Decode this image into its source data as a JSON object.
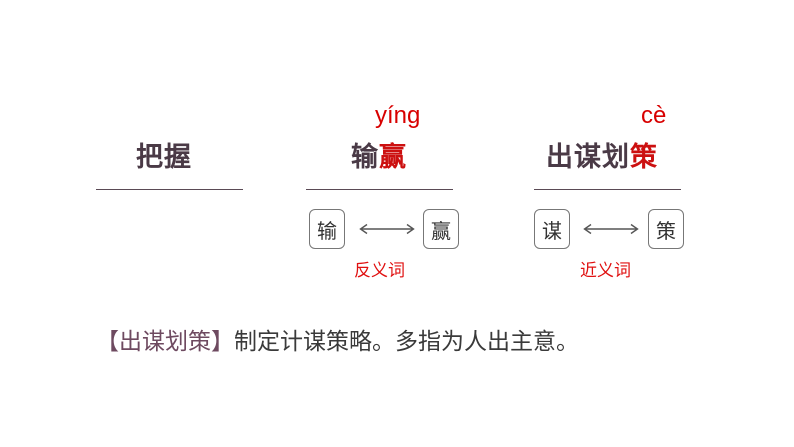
{
  "colors": {
    "highlight": "#cc1010",
    "word_text": "#4a3a46",
    "pinyin": "#d80000",
    "relation_label": "#e01010",
    "definition_term": "#6e4a60",
    "definition_text": "#3a3a3a"
  },
  "words": [
    {
      "text": "把握"
    },
    {
      "text_plain": "输",
      "text_highlight": "赢",
      "pinyin": "yíng"
    },
    {
      "text_plain": "出谋划",
      "text_highlight": "策",
      "pinyin": "cè"
    }
  ],
  "relations": [
    {
      "left": "输",
      "right": "赢",
      "label": "反义词",
      "arrow_icon": "double-arrow-icon"
    },
    {
      "left": "谋",
      "right": "策",
      "label": "近义词",
      "arrow_icon": "double-arrow-icon"
    }
  ],
  "definition": {
    "term": "【出谋划策】",
    "text": "制定计谋策略。多指为人出主意。"
  }
}
